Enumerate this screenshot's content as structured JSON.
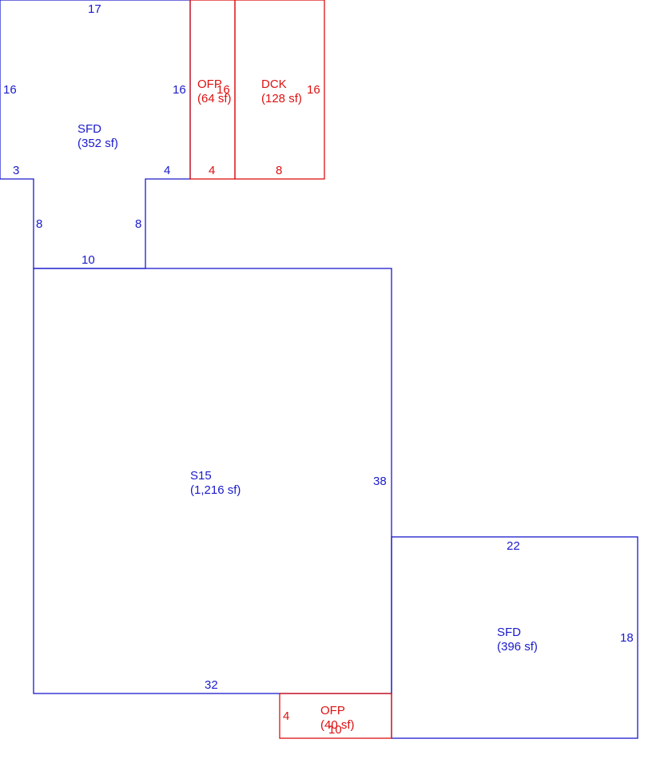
{
  "colors": {
    "living": "#1a1acc",
    "porch": "#dd1111"
  },
  "areas": {
    "sfd_top": {
      "code": "SFD",
      "area": "(352 sf)"
    },
    "ofp_top": {
      "code": "OFP",
      "area": "(64 sf)"
    },
    "dck": {
      "code": "DCK",
      "area": "(128 sf)"
    },
    "s15": {
      "code": "S15",
      "area": "(1,216 sf)"
    },
    "sfd_right": {
      "code": "SFD",
      "area": "(396 sf)"
    },
    "ofp_bottom": {
      "code": "OFP",
      "area": "(40 sf)"
    }
  },
  "dimensions": {
    "sfd_top": {
      "top": "17",
      "left": "16",
      "right": "16",
      "step_left": "3",
      "step_right": "4",
      "neck_left": "8",
      "neck_right": "8",
      "neck_bottom": "10"
    },
    "ofp_top": {
      "side": "16",
      "bottom": "4"
    },
    "dck": {
      "side": "16",
      "bottom": "8"
    },
    "s15": {
      "right": "38",
      "bottom": "32"
    },
    "sfd_right": {
      "top": "22",
      "right": "18"
    },
    "ofp_bottom": {
      "side": "4",
      "bottom": "10"
    }
  }
}
